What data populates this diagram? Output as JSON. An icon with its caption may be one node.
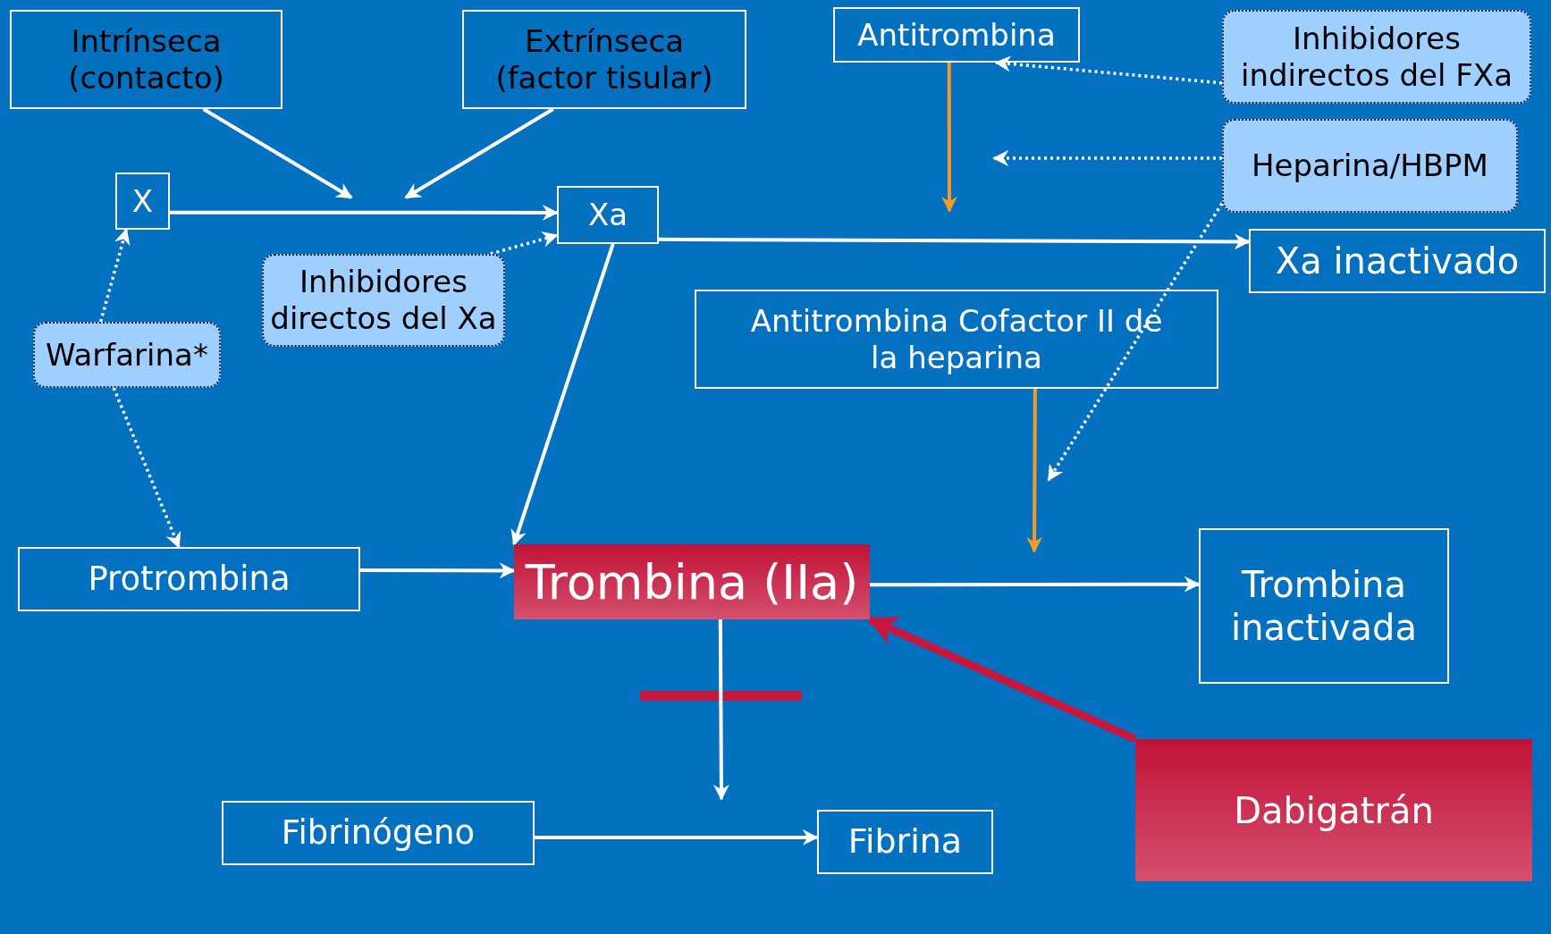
{
  "diagram": {
    "nodes": [
      {
        "text": [
          "Intrínseca (contacto)"
        ]
      },
      {
        "text": [
          "Extrínseca (factor tisular)"
        ]
      },
      {
        "text": [
          "Antitrombina"
        ]
      },
      {
        "text": [
          "Inhibidores indirectos del FXa"
        ]
      },
      {
        "text": [
          "Heparina/HBPM"
        ]
      },
      {
        "text": [
          "X"
        ]
      },
      {
        "text": [
          "Xa"
        ]
      },
      {
        "text": [
          "Inhibidores directos del Xa"
        ]
      },
      {
        "text": [
          "Xa inactivado"
        ]
      },
      {
        "text": [
          "Warfarina*"
        ]
      },
      {
        "text": [
          "Antitrombina Cofactor II de la heparina"
        ]
      },
      {
        "text": [
          "Protrombina"
        ]
      },
      {
        "text": [
          "Trombina (IIa)"
        ]
      },
      {
        "text": [
          "Trombina inactivada"
        ]
      },
      {
        "text": [
          "Dabigatrán"
        ]
      },
      {
        "text": [
          "Fibrinógeno"
        ]
      },
      {
        "text": [
          "Fibrina"
        ]
      }
    ],
    "edges": [
      {
        "from": 0,
        "to": null,
        "arrow": "to"
      },
      {
        "from": 1,
        "to": null,
        "arrow": "to"
      },
      {
        "from": 5,
        "to": 6,
        "arrow": "to"
      },
      {
        "from": 7,
        "to": 6,
        "arrow": "to",
        "style": "dashed"
      },
      {
        "from": 9,
        "to": 5,
        "arrow": "to",
        "style": "dashed"
      },
      {
        "from": 9,
        "to": 11,
        "arrow": "to",
        "style": "dashed"
      },
      {
        "from": 6,
        "to": 12,
        "arrow": "to"
      },
      {
        "from": 6,
        "to": 8,
        "arrow": "to"
      },
      {
        "from": 2,
        "to": null,
        "arrow": "to",
        "color": "#f39a2b"
      },
      {
        "from": 3,
        "to": 2,
        "arrow": "to",
        "style": "dashed"
      },
      {
        "from": 4,
        "to": null,
        "arrow": "to",
        "style": "dashed"
      },
      {
        "from": 4,
        "to": null,
        "arrow": "to",
        "style": "dashed"
      },
      {
        "from": 10,
        "to": null,
        "arrow": "to",
        "color": "#f39a2b"
      },
      {
        "from": 11,
        "to": 12,
        "arrow": "to"
      },
      {
        "from": 12,
        "to": 13,
        "arrow": "to"
      },
      {
        "from": 12,
        "to": null,
        "arrow": "to"
      },
      {
        "from": 14,
        "to": 12,
        "arrow": "to",
        "style": "thick",
        "color": "#c8173f"
      },
      {
        "from": 15,
        "to": 16,
        "arrow": "to"
      }
    ]
  }
}
